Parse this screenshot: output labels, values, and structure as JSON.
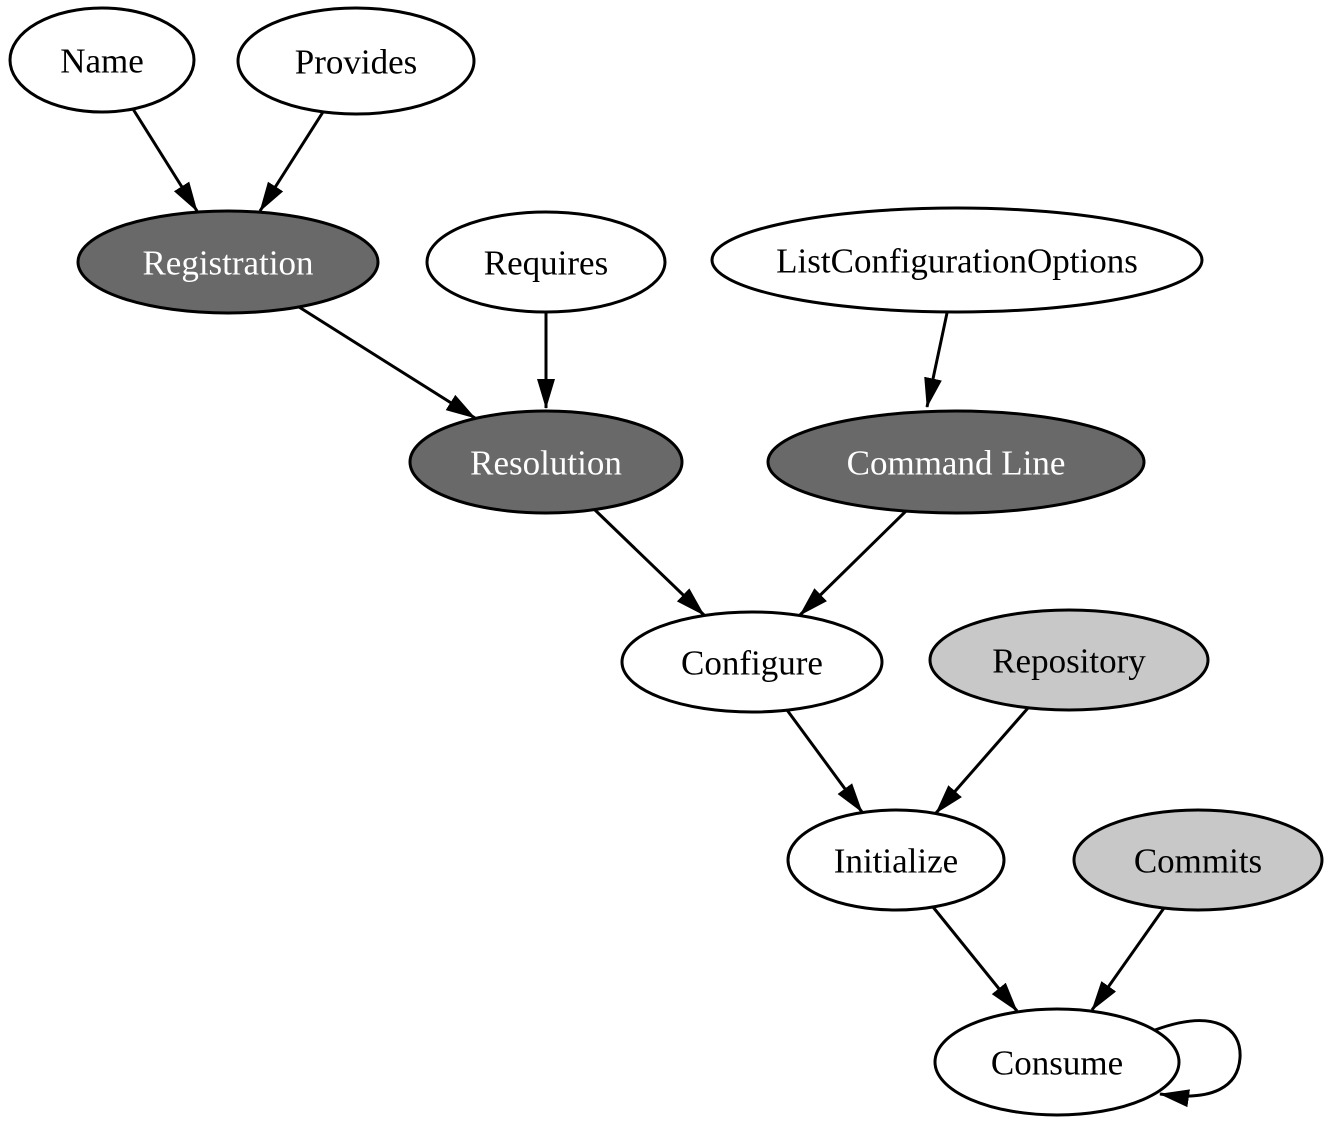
{
  "diagram": {
    "type": "directed-graph",
    "background": "#ffffff",
    "edge_color": "#000000",
    "node_fills": {
      "plain": "#ffffff",
      "dark": "#696969",
      "light": "#c8c8c8"
    },
    "nodes": [
      {
        "id": "Name",
        "label": "Name",
        "fill": "#ffffff",
        "text_fill": "#000000"
      },
      {
        "id": "Provides",
        "label": "Provides",
        "fill": "#ffffff",
        "text_fill": "#000000"
      },
      {
        "id": "Registration",
        "label": "Registration",
        "fill": "#696969",
        "text_fill": "#ffffff"
      },
      {
        "id": "Requires",
        "label": "Requires",
        "fill": "#ffffff",
        "text_fill": "#000000"
      },
      {
        "id": "ListConfigurationOptions",
        "label": "ListConfigurationOptions",
        "fill": "#ffffff",
        "text_fill": "#000000"
      },
      {
        "id": "Resolution",
        "label": "Resolution",
        "fill": "#696969",
        "text_fill": "#ffffff"
      },
      {
        "id": "CommandLine",
        "label": "Command Line",
        "fill": "#696969",
        "text_fill": "#ffffff"
      },
      {
        "id": "Configure",
        "label": "Configure",
        "fill": "#ffffff",
        "text_fill": "#000000"
      },
      {
        "id": "Repository",
        "label": "Repository",
        "fill": "#c8c8c8",
        "text_fill": "#000000"
      },
      {
        "id": "Initialize",
        "label": "Initialize",
        "fill": "#ffffff",
        "text_fill": "#000000"
      },
      {
        "id": "Commits",
        "label": "Commits",
        "fill": "#c8c8c8",
        "text_fill": "#000000"
      },
      {
        "id": "Consume",
        "label": "Consume",
        "fill": "#ffffff",
        "text_fill": "#000000"
      }
    ],
    "edges": [
      {
        "from": "Name",
        "to": "Registration"
      },
      {
        "from": "Provides",
        "to": "Registration"
      },
      {
        "from": "Registration",
        "to": "Resolution"
      },
      {
        "from": "Requires",
        "to": "Resolution"
      },
      {
        "from": "ListConfigurationOptions",
        "to": "CommandLine"
      },
      {
        "from": "Resolution",
        "to": "Configure"
      },
      {
        "from": "CommandLine",
        "to": "Configure"
      },
      {
        "from": "Configure",
        "to": "Initialize"
      },
      {
        "from": "Repository",
        "to": "Initialize"
      },
      {
        "from": "Initialize",
        "to": "Consume"
      },
      {
        "from": "Commits",
        "to": "Consume"
      },
      {
        "from": "Consume",
        "to": "Consume"
      }
    ]
  }
}
